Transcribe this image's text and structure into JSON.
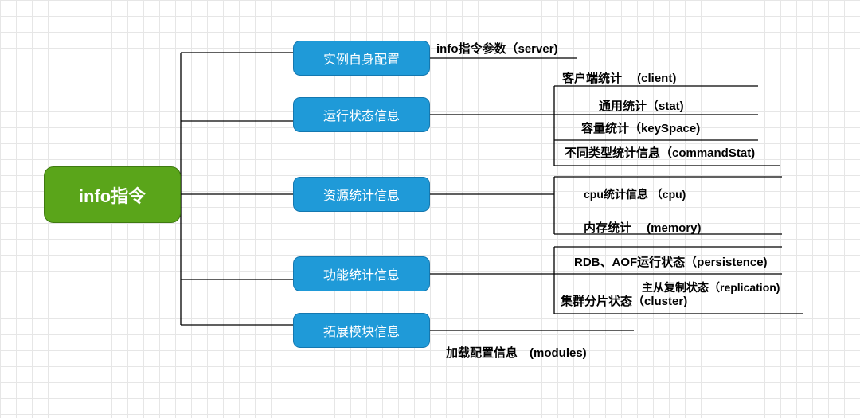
{
  "root": {
    "label": "info指令"
  },
  "categories": [
    {
      "label": "实例自身配置",
      "items": [
        "info指令参数（server)"
      ]
    },
    {
      "label": "运行状态信息",
      "items": [
        "客户端统计　 (client)",
        "通用统计（stat)",
        "容量统计（keySpace)",
        "不同类型统计信息（commandStat)"
      ]
    },
    {
      "label": "资源统计信息",
      "items": [
        "cpu统计信息 （cpu)",
        "内存统计　 (memory)"
      ]
    },
    {
      "label": "功能统计信息",
      "items": [
        "RDB、AOF运行状态（persistence)",
        "主从复制状态（replication)",
        "集群分片状态（cluster)"
      ]
    },
    {
      "label": "拓展模块信息",
      "items": [
        "加载配置信息　(modules)"
      ]
    }
  ],
  "colors": {
    "root": "#5aa51a",
    "category": "#1f9ad8",
    "line": "#000000"
  }
}
